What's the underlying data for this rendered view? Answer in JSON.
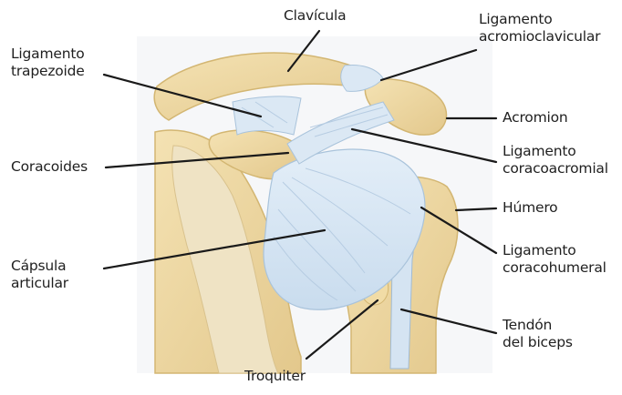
{
  "labels": {
    "clavicula": "Clavícula",
    "lig_acromioclavicular": [
      "Ligamento",
      "acromioclavicular"
    ],
    "lig_trapezoide": [
      "Ligamento",
      "trapezoide"
    ],
    "acromion": "Acromion",
    "coracoides": "Coracoides",
    "lig_coracoacromial": [
      "Ligamento",
      "coracoacromial"
    ],
    "humero": "Húmero",
    "lig_coracohumeral": [
      "Ligamento",
      "coracohumeral"
    ],
    "capsula_articular": [
      "Cápsula",
      "articular"
    ],
    "tendon_biceps": [
      "Tendón",
      "del biceps"
    ],
    "troquiter": "Troquiter"
  },
  "colors": {
    "bone": "#efd9a2",
    "bone_shadow": "#d9bb78",
    "ligament": "#d7e6f3",
    "ligament_line": "#a9c3db",
    "background_tint": "#f5f6f8",
    "leader_line": "#1a1a1a",
    "text": "#1f1f1f"
  }
}
